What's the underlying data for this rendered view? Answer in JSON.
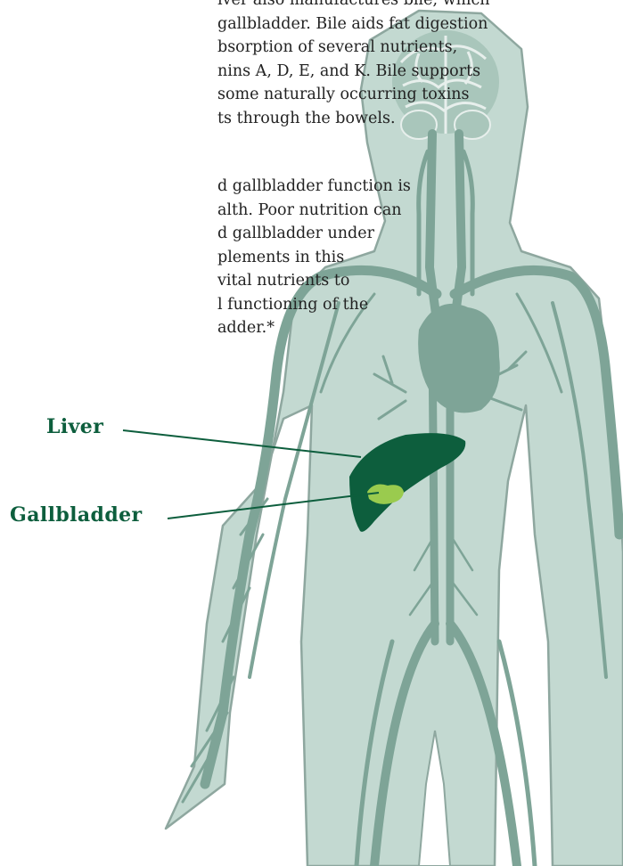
{
  "text": {
    "paragraph_1": [
      "iver also manufactures bile, which",
      "gallbladder. Bile aids fat digestion",
      "bsorption of several nutrients,",
      "nins A, D, E, and K. Bile supports",
      "some naturally occurring toxins",
      "ts through the bowels."
    ],
    "paragraph_2": [
      "d gallbladder function is",
      "alth. Poor nutrition can",
      "d gallbladder under",
      "plements in this",
      " vital nutrients to",
      "l functioning of the",
      "adder.*"
    ]
  },
  "labels": {
    "liver": "Liver",
    "gallbladder": "Gallbladder"
  },
  "colors": {
    "body_fill": "#c3d9d1",
    "body_outline": "#8ea79f",
    "vessels": "#7ea497",
    "liver": "#0d5e3d",
    "gallbladder": "#9acb4e",
    "label_text": "#0d5e3d",
    "leader_lines": "#0d5e3d",
    "body_text": "#222222"
  }
}
